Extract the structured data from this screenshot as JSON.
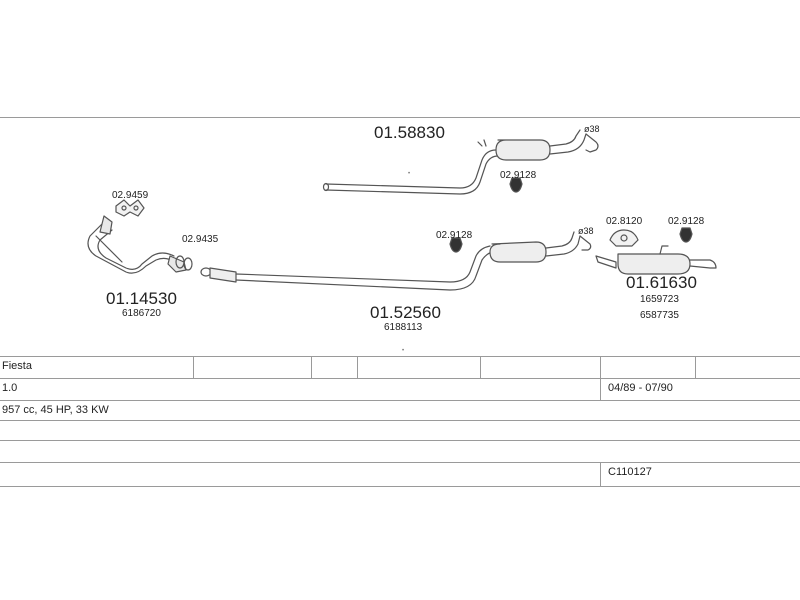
{
  "parts": {
    "front_muffler": "01.58830",
    "front_muffler_mount": "02.9128",
    "rear_pipe_size": "ø38",
    "downpipe_gasket": "02.9459",
    "clamp": "02.9435",
    "downpipe": "01.14530",
    "downpipe_oe": "6186720",
    "middle_mount": "02.9128",
    "middle_pipe_size": "ø38",
    "middle_pipe": "01.52560",
    "middle_pipe_oe": "6188113",
    "rear_mount_a": "02.8120",
    "rear_mount_b": "02.9128",
    "rear_muffler": "01.61630",
    "rear_muffler_oe1": "1659723",
    "rear_muffler_oe2": "6587735"
  },
  "vehicle": {
    "model": "Fiesta",
    "engine": "1.0",
    "years": "04/89 - 07/90",
    "spec": "957 cc, 45 HP, 33 KW",
    "code": "C110127"
  }
}
